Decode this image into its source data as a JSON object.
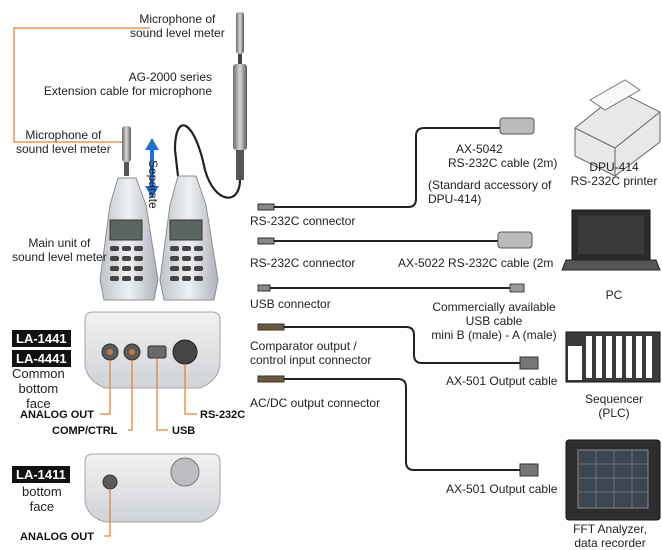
{
  "labels": {
    "mic_top": "Microphone of",
    "mic_top_2": "sound level meter",
    "ext_cable_1": "AG-2000 series",
    "ext_cable_2": "Extension cable for microphone",
    "mic_left": "Microphone of",
    "mic_left_2": "sound level meter",
    "separate": "Separate",
    "main_unit_1": "Main unit of",
    "main_unit_2": "sound level meter",
    "common_1": "Common",
    "common_2": "bottom",
    "common_3": "face",
    "bottom_1": "bottom",
    "bottom_2": "face",
    "analog_out": "ANALOG OUT",
    "comp_ctrl": "COMP/CTRL",
    "usb": "USB",
    "rs232c": "RS-232C",
    "analog_out_2": "ANALOG OUT",
    "rs232c_conn_1": "RS-232C connector",
    "rs232c_conn_2": "RS-232C connector",
    "usb_conn": "USB connector",
    "comparator_1": "Comparator output /",
    "comparator_2": "control input connector",
    "acdc": "AC/DC output connector",
    "ax5042_1": "AX-5042",
    "ax5042_2": "RS-232C cable (2m)",
    "std_acc_1": "(Standard accessory of",
    "std_acc_2": "DPU-414)",
    "ax5022": "AX-5022 RS-232C cable (2m",
    "usb_cable_1": "Commercially available",
    "usb_cable_2": "USB cable",
    "usb_cable_3": "mini B (male) - A (male)",
    "ax501_1": "AX-501 Output cable",
    "ax501_2": "AX-501 Output cable",
    "printer_1": "DPU-414",
    "printer_2": "RS-232C printer",
    "pc": "PC",
    "seq_1": "Sequencer",
    "seq_2": "(PLC)",
    "fft_1": "FFT Analyzer,",
    "fft_2": "data recorder"
  },
  "badges": {
    "la1441": "LA-1441",
    "la4441": "LA-4441",
    "la1411": "LA-1411"
  },
  "colors": {
    "leader": "#e8822f",
    "arrow_blue": "#1f6fd1",
    "cable": "#222222"
  }
}
